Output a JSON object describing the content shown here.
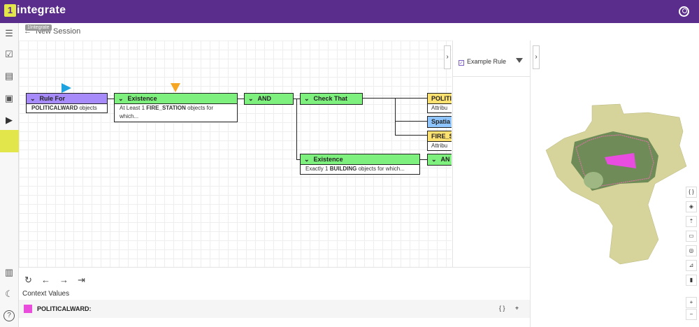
{
  "app": {
    "logo_mark": "1",
    "logo_text": "integrate"
  },
  "tooltip": "1Integrate",
  "session": {
    "back_arrow": "←",
    "title": "New Session"
  },
  "nodes": {
    "rule_for": {
      "title": "Rule For",
      "object": "POLITICALWARD",
      "suffix": "objects"
    },
    "existence1": {
      "title": "Existence",
      "prefix": "At Least 1",
      "object": "FIRE_STATION",
      "suffix": "objects for",
      "line2": "which..."
    },
    "and1": {
      "title": "AND"
    },
    "check_that": {
      "title": "Check That"
    },
    "polit": {
      "title": "POLITI",
      "body": "Attribu"
    },
    "spatial": {
      "title": "Spatia"
    },
    "fire": {
      "title": "FIRE_S",
      "body": "Attribu"
    },
    "existence2": {
      "title": "Existence",
      "prefix": "Exactly 1",
      "object": "BUILDING",
      "suffix": "objects for which..."
    },
    "and2": {
      "title": "AN"
    }
  },
  "rule_panel": {
    "label": "Example Rule"
  },
  "bottom": {
    "context_label": "Context Values",
    "context_item": "POLITICALWARD:",
    "context_swatch": "#ea4ddc"
  },
  "colors": {
    "brand": "#5a2d8c",
    "accent": "#e3e64a",
    "green_node": "#7ef07e",
    "purple_node": "#a78bfa",
    "yellow_node": "#fde272",
    "blue_node": "#8ec5ff"
  }
}
